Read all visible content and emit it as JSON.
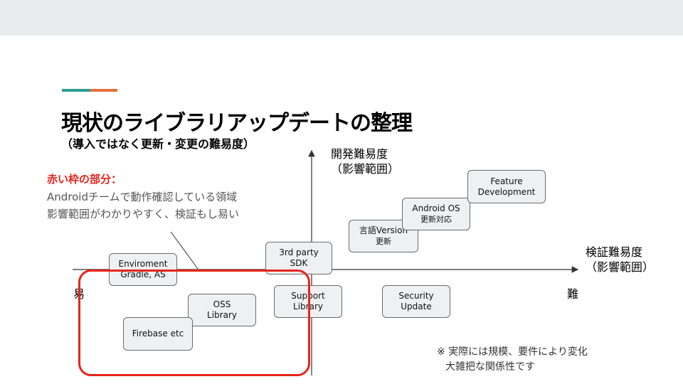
{
  "slide": {
    "title": "現状のライブラリアップデートの整理",
    "subtitle": "（導入ではなく更新・変更の難易度）",
    "note_title": "赤い枠の部分：",
    "note_lines": [
      "Androidチームで動作確認している領域",
      "影響範囲がわかりやすく、検証もし易い"
    ],
    "y_axis_label": [
      "開発難易度",
      "（影響範囲）"
    ],
    "x_axis_label": [
      "検証難易度",
      "（影響範囲）"
    ],
    "easy_label": "易",
    "hard_label": "難",
    "remark_lines": [
      "※ 実際には規模、要件により変化",
      "大雑把な関係性です"
    ]
  },
  "items": {
    "enviroment": [
      "Enviroment",
      "Gradle, AS"
    ],
    "third_party": [
      "3rd party",
      "SDK"
    ],
    "oss": [
      "OSS",
      "Library"
    ],
    "firebase": [
      "Firebase etc"
    ],
    "support": [
      "Support",
      "Library"
    ],
    "security": [
      "Security",
      "Update"
    ],
    "gengo": [
      "言語Version",
      "更新"
    ],
    "android_os": [
      "Android OS",
      "更新対応"
    ],
    "feature": [
      "Feature",
      "Development"
    ]
  },
  "colors": {
    "highlight": "#e8241b",
    "box_fill": "#eef0f2",
    "accent_teal": "#2a9d8f",
    "accent_orange": "#e76f3c"
  }
}
